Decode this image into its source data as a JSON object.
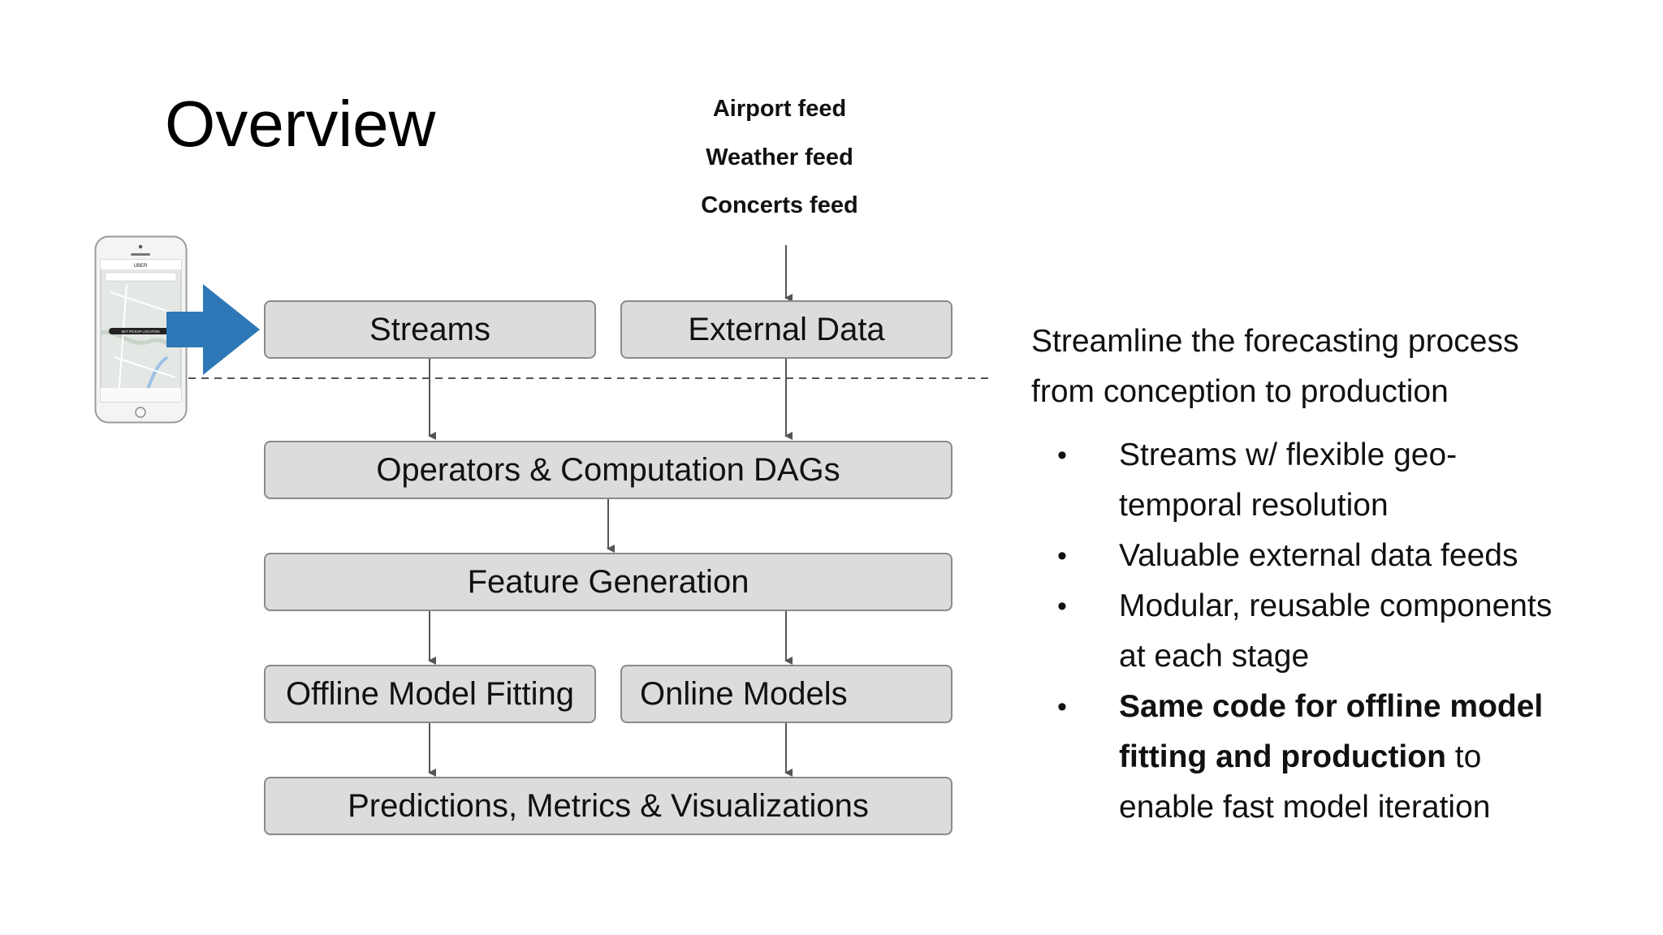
{
  "slide": {
    "title": "Overview"
  },
  "feeds": [
    "Airport feed",
    "Weather feed",
    "Concerts feed"
  ],
  "diagram": {
    "streams": "Streams",
    "external_data": "External Data",
    "operators": "Operators & Computation DAGs",
    "feature_generation": "Feature Generation",
    "offline_model_fitting": "Offline Model Fitting",
    "online_models": "Online Models",
    "predictions": "Predictions, Metrics & Visualizations"
  },
  "phone": {
    "app_name": "UBER",
    "pickup_label": "SET PICKUP LOCATION"
  },
  "summary": {
    "heading_line1": "Streamline the forecasting process",
    "heading_line2": "from conception to production",
    "bullets": [
      {
        "text": "Streams w/ flexible geo-temporal resolution"
      },
      {
        "text": "Valuable external data feeds"
      },
      {
        "text": "Modular, reusable components at each stage"
      },
      {
        "bold": "Same code for offline model fitting and production",
        "rest": " to enable fast model iteration"
      }
    ],
    "bullet_glyph": "•"
  },
  "colors": {
    "box_fill": "#dcdcdc",
    "box_border": "#8a8a8a",
    "arrow_blue": "#2e78b7",
    "connector": "#555555"
  }
}
